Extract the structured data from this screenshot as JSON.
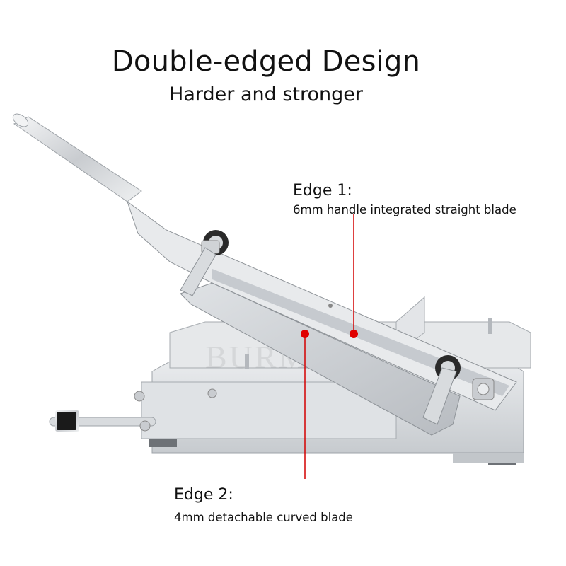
{
  "header": {
    "title": "Double-edged Design",
    "subtitle": "Harder and stronger"
  },
  "callouts": [
    {
      "title": "Edge 1:",
      "description": "6mm handle integrated straight blade"
    },
    {
      "title": "Edge 2:",
      "description": "4mm detachable curved blade"
    }
  ],
  "watermark": "BURMAN",
  "colors": {
    "callout_line": "#d40000",
    "metal": "#d9dcdf",
    "handle_grip": "#1a1a1a"
  }
}
